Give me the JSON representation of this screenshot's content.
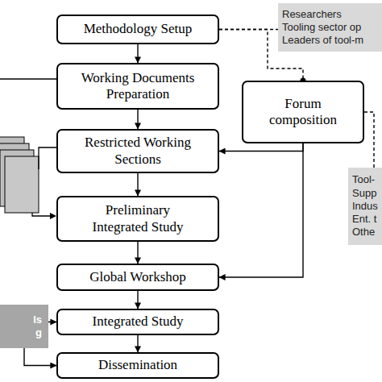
{
  "diagram": {
    "nodes": [
      {
        "text": [
          "Methodology Setup"
        ]
      },
      {
        "text": [
          "Working Documents Preparation"
        ]
      },
      {
        "text": [
          "Restricted Working Sections"
        ]
      },
      {
        "text": [
          "Preliminary Integrated Study"
        ]
      },
      {
        "text": [
          "Global Workshop"
        ]
      },
      {
        "text": [
          "Integrated Study"
        ]
      },
      {
        "text": [
          "Dissemination"
        ]
      },
      {
        "text": [
          "Forum composition"
        ]
      },
      {
        "text": [
          "Researchers",
          "Tooling sector op",
          "Leaders of tool-m"
        ]
      },
      {
        "text": [
          "Tool-",
          "Supp",
          "Indus",
          "Ent. t",
          "Othe"
        ]
      },
      {
        "text": [
          "ls g"
        ]
      }
    ],
    "edges": [
      {
        "from": 0,
        "to": 1,
        "arrow": "to"
      },
      {
        "from": 1,
        "to": 2,
        "arrow": "to"
      },
      {
        "from": 2,
        "to": 3,
        "arrow": "to"
      },
      {
        "from": 3,
        "to": 4,
        "arrow": "to"
      },
      {
        "from": 4,
        "to": 5,
        "arrow": "to"
      },
      {
        "from": 5,
        "to": 6,
        "arrow": "to"
      },
      {
        "from": 0,
        "to": 8,
        "arrow": "none"
      },
      {
        "from": 0,
        "to": 7,
        "arrow": "none"
      },
      {
        "from": 7,
        "to": 9,
        "arrow": "none"
      },
      {
        "from": 7,
        "to": 2,
        "arrow": "to"
      },
      {
        "from": 7,
        "to": 4,
        "arrow": "to"
      },
      {
        "from": 10,
        "to": 5,
        "arrow": "to"
      },
      {
        "from": 10,
        "to": 6,
        "arrow": "to"
      }
    ]
  }
}
